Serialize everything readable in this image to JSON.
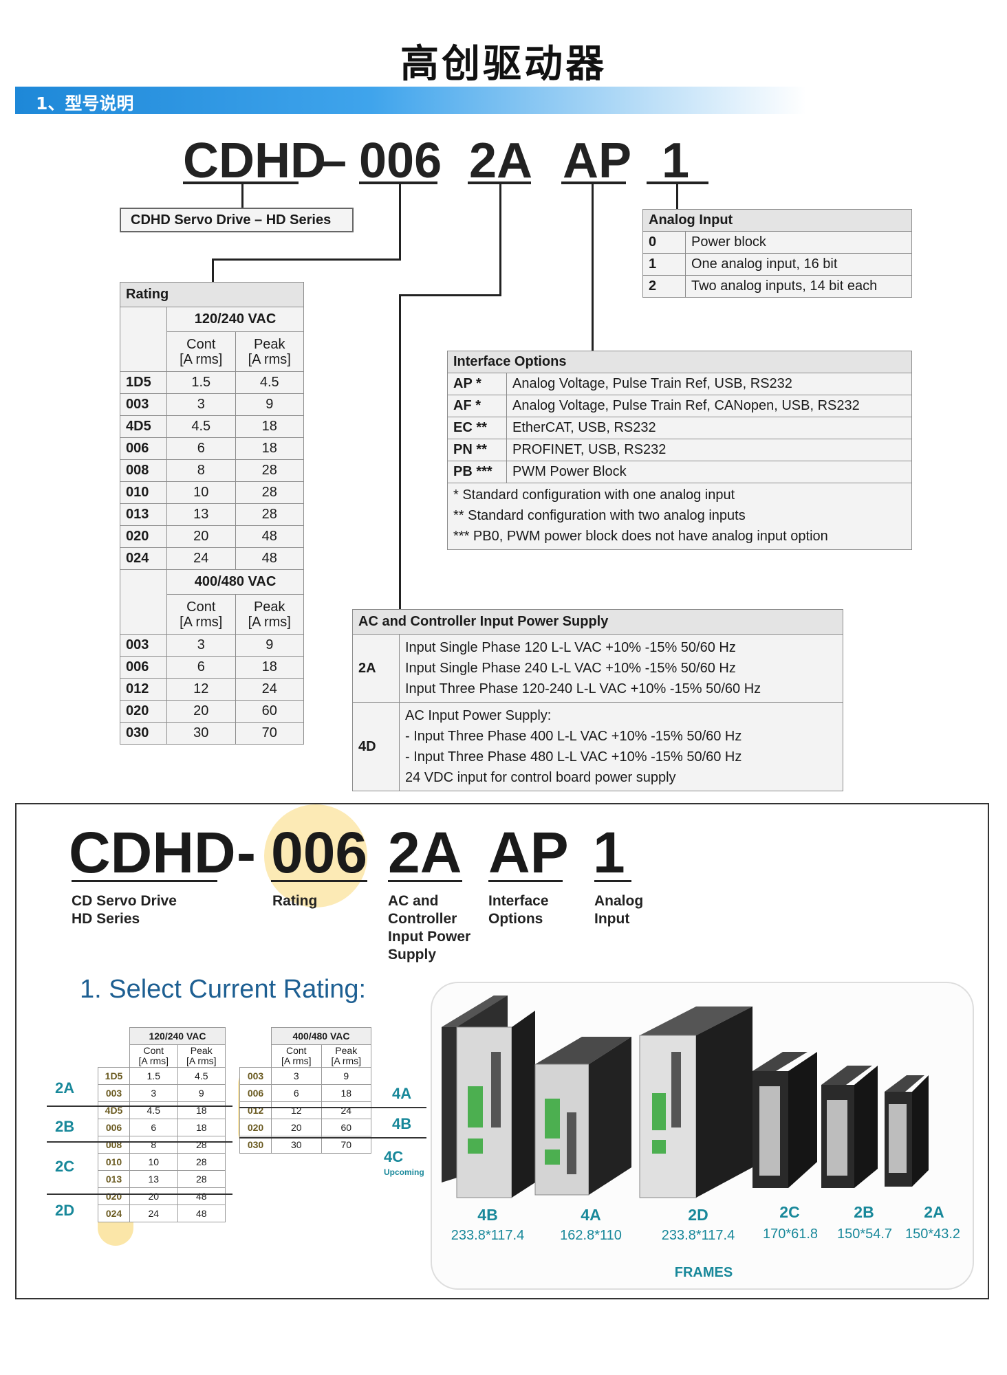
{
  "title": "高创驱动器",
  "section": "1、型号说明",
  "code": {
    "p1": "CDHD",
    "dash": "–",
    "p2": "006",
    "p3": "2A",
    "p4": "AP",
    "p5": "1"
  },
  "series_label": "CDHD Servo Drive – HD Series",
  "analog": {
    "title": "Analog Input",
    "rows": [
      {
        "k": "0",
        "v": "Power block"
      },
      {
        "k": "1",
        "v": "One analog input, 16 bit"
      },
      {
        "k": "2",
        "v": "Two analog inputs, 14 bit each"
      }
    ]
  },
  "interface": {
    "title": "Interface Options",
    "rows": [
      {
        "k": "AP *",
        "v": "Analog Voltage, Pulse Train Ref, USB, RS232"
      },
      {
        "k": "AF *",
        "v": "Analog Voltage, Pulse Train Ref, CANopen, USB, RS232"
      },
      {
        "k": "EC **",
        "v": "EtherCAT, USB, RS232"
      },
      {
        "k": "PN **",
        "v": "PROFINET, USB, RS232"
      },
      {
        "k": "PB ***",
        "v": "PWM Power Block"
      }
    ],
    "notes": [
      "* Standard configuration with one analog input",
      "** Standard configuration with two analog inputs",
      "*** PB0, PWM power block does not have analog input option"
    ]
  },
  "rating": {
    "title": "Rating",
    "cont": "Cont",
    "peak": "Peak",
    "unit": "[A rms]",
    "v120": "120/240 VAC",
    "v400": "400/480 VAC",
    "rows120": [
      [
        "1D5",
        "1.5",
        "4.5"
      ],
      [
        "003",
        "3",
        "9"
      ],
      [
        "4D5",
        "4.5",
        "18"
      ],
      [
        "006",
        "6",
        "18"
      ],
      [
        "008",
        "8",
        "28"
      ],
      [
        "010",
        "10",
        "28"
      ],
      [
        "013",
        "13",
        "28"
      ],
      [
        "020",
        "20",
        "48"
      ],
      [
        "024",
        "24",
        "48"
      ]
    ],
    "rows400": [
      [
        "003",
        "3",
        "9"
      ],
      [
        "006",
        "6",
        "18"
      ],
      [
        "012",
        "12",
        "24"
      ],
      [
        "020",
        "20",
        "60"
      ],
      [
        "030",
        "30",
        "70"
      ]
    ]
  },
  "power": {
    "title": "AC and Controller Input Power Supply",
    "r2a_k": "2A",
    "r2a": [
      "Input Single Phase 120 L-L VAC +10% -15% 50/60 Hz",
      "Input Single Phase 240 L-L VAC +10% -15% 50/60 Hz",
      "Input Three Phase 120-240 L-L VAC +10% -15% 50/60 Hz"
    ],
    "r4d_k": "4D",
    "r4d": [
      "AC Input Power Supply:",
      "-  Input Three Phase 400 L-L VAC +10% -15% 50/60 Hz",
      "-  Input Three Phase 480 L-L VAC +10% -15% 50/60 Hz",
      "24 VDC input for control board power supply"
    ]
  },
  "bottom": {
    "b1": "CDHD",
    "b2": "-",
    "b3": "006",
    "b4": "2A",
    "b5": "AP",
    "b6": "1",
    "l1": [
      "CD Servo Drive",
      "HD Series"
    ],
    "l2": [
      "Rating"
    ],
    "l3": [
      "AC and",
      "Controller",
      "Input Power",
      "Supply"
    ],
    "l4": [
      "Interface",
      "Options"
    ],
    "l5": [
      "Analog",
      "Input"
    ],
    "select": "1. Select Current Rating:",
    "left_frames": [
      "2A",
      "2B",
      "2C",
      "2D"
    ],
    "right_frames": [
      "4A",
      "4B",
      "4C"
    ],
    "upcoming": "Upcoming",
    "frames": [
      {
        "n": "4B",
        "d": "233.8*117.4"
      },
      {
        "n": "4A",
        "d": "162.8*110"
      },
      {
        "n": "2D",
        "d": "233.8*117.4"
      },
      {
        "n": "2C",
        "d": "170*61.8"
      },
      {
        "n": "2B",
        "d": "150*54.7"
      },
      {
        "n": "2A",
        "d": "150*43.2"
      }
    ],
    "frames_label": "FRAMES"
  },
  "colors": {
    "accent": "#1e88d8",
    "teal": "#18889a",
    "highlight": "#fbe6a8"
  }
}
